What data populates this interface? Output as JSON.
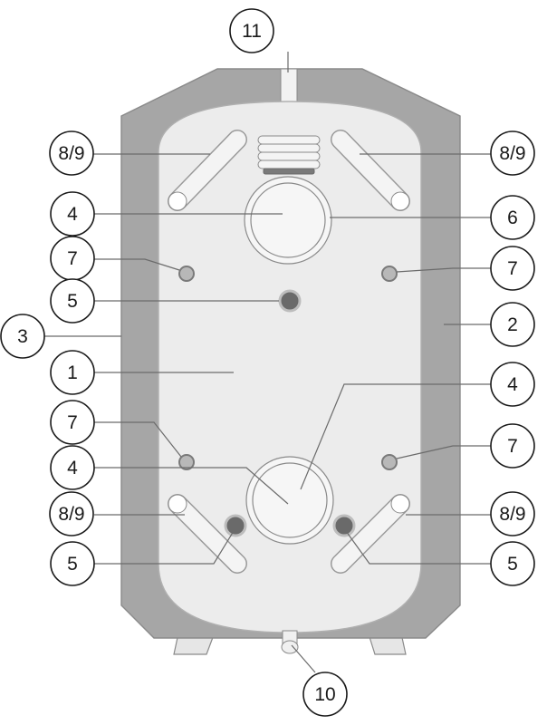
{
  "colors": {
    "shell": "#a6a6a6",
    "shell_stroke": "#8a8a8a",
    "inner": "#ececec",
    "inner_stroke": "#b0b0b0",
    "port_light": "#b8b8b8",
    "port_dark": "#6a6a6a"
  },
  "labels": {
    "c1": "1",
    "c2": "2",
    "c3": "3",
    "c4a": "4",
    "c4b": "4",
    "c4c": "4",
    "c5a": "5",
    "c5b": "5",
    "c5c": "5",
    "c6": "6",
    "c7a": "7",
    "c7b": "7",
    "c7c": "7",
    "c7d": "7",
    "c89a": "8/9",
    "c89b": "8/9",
    "c89c": "8/9",
    "c89d": "8/9",
    "c10": "10",
    "c11": "11"
  }
}
